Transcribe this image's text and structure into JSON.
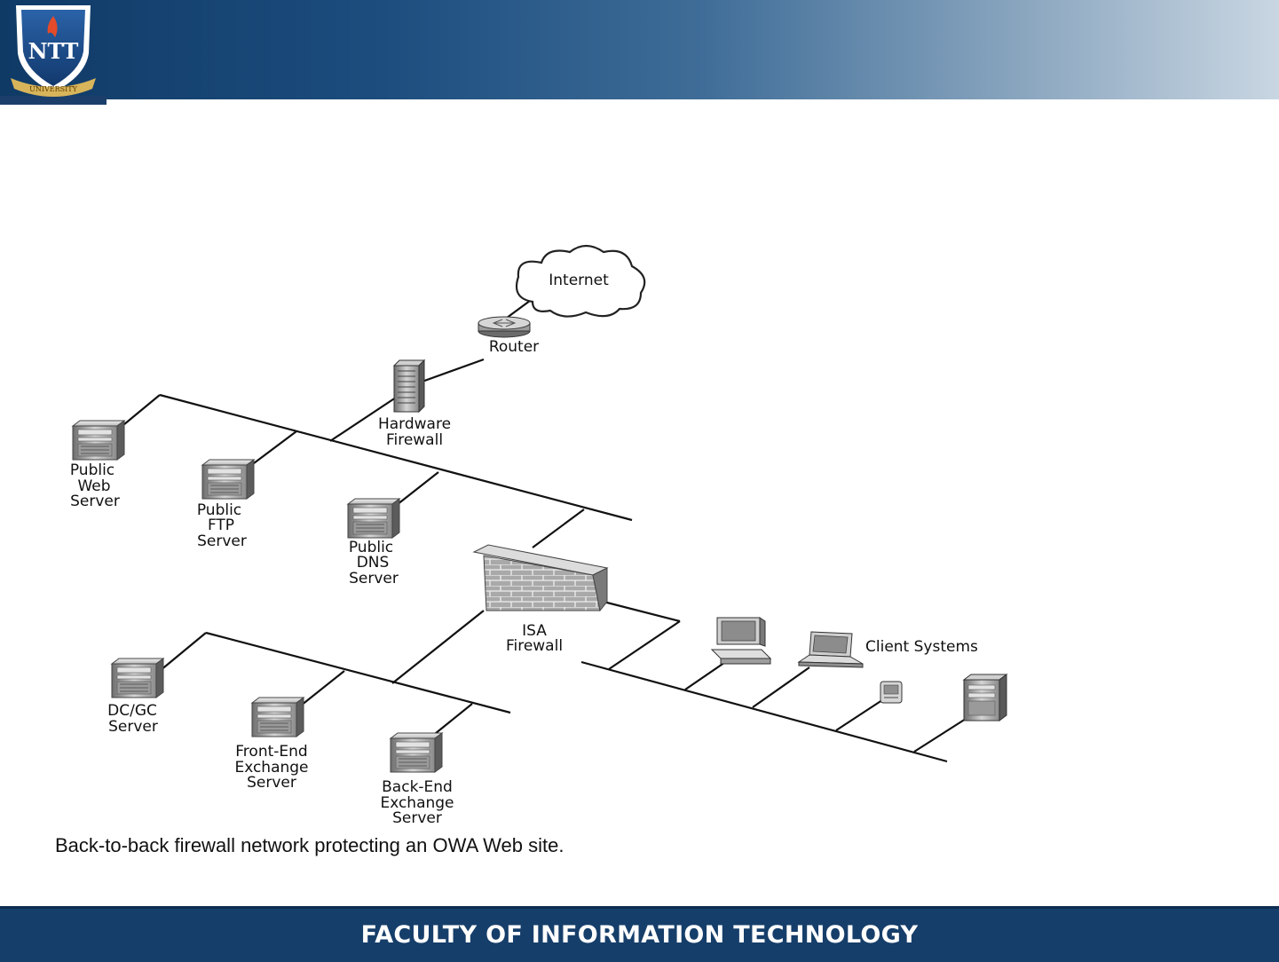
{
  "header": {
    "logo_text": "NTT",
    "logo_ribbon": "UNIVERSITY"
  },
  "diagram": {
    "nodes": {
      "internet": "Internet",
      "router": "Router",
      "hardware_firewall": [
        "Hardware",
        "Firewall"
      ],
      "public_web_server": [
        "Public",
        "Web",
        "Server"
      ],
      "public_ftp_server": [
        "Public",
        "FTP",
        "Server"
      ],
      "public_dns_server": [
        "Public",
        "DNS",
        "Server"
      ],
      "isa_firewall": [
        "ISA",
        "Firewall"
      ],
      "client_systems": "Client Systems",
      "dcgc_server": [
        "DC/GC",
        "Server"
      ],
      "frontend_exchange": [
        "Front-End",
        "Exchange",
        "Server"
      ],
      "backend_exchange": [
        "Back-End",
        "Exchange",
        "Server"
      ]
    },
    "caption": "Back-to-back firewall network protecting an OWA Web site."
  },
  "footer": {
    "title": "FACULTY OF INFORMATION TECHNOLOGY"
  },
  "colors": {
    "header_dark": "#103a66",
    "footer": "#163e6a",
    "logo_shield": "#1a4a86",
    "logo_ribbon": "#d8b45a"
  }
}
